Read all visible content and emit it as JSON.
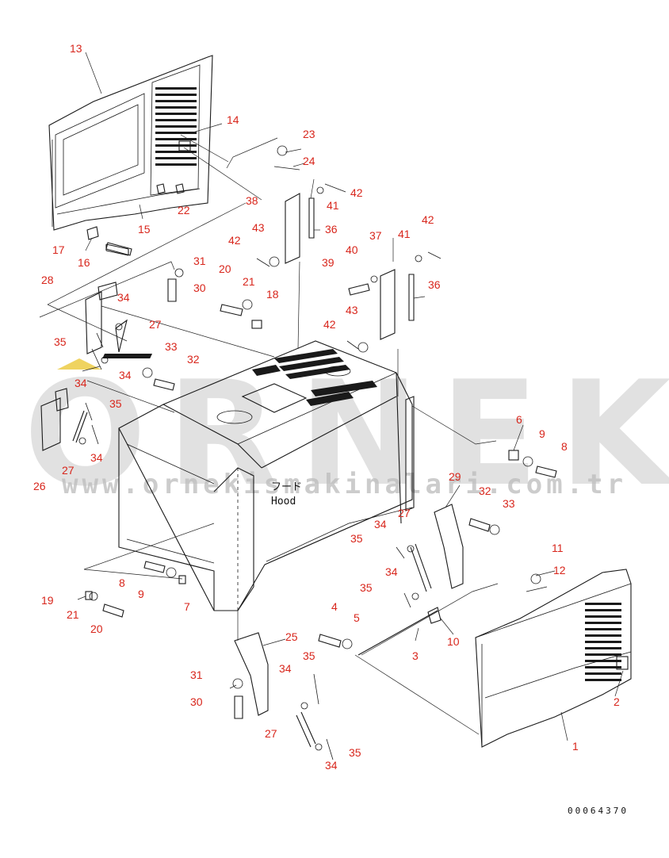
{
  "title_jp": "フード",
  "title_en": "Hood",
  "drawing_number": "00064370",
  "watermark": {
    "brand": "ORNEK",
    "url": "www.ornekismakinalari.com.tr",
    "accent_color": "#e8c11c"
  },
  "colors": {
    "callout": "#d8261c",
    "line": "#1a1a1a"
  },
  "callouts": [
    "1",
    "2",
    "3",
    "4",
    "5",
    "6",
    "7",
    "8",
    "8",
    "9",
    "9",
    "10",
    "11",
    "12",
    "13",
    "14",
    "15",
    "16",
    "17",
    "18",
    "19",
    "20",
    "20",
    "20",
    "21",
    "21",
    "22",
    "23",
    "24",
    "25",
    "26",
    "27",
    "27",
    "27",
    "27",
    "28",
    "29",
    "30",
    "30",
    "31",
    "31",
    "32",
    "32",
    "33",
    "33",
    "34",
    "34",
    "34",
    "34",
    "34",
    "34",
    "34",
    "34",
    "35",
    "35",
    "35",
    "35",
    "35",
    "35",
    "36",
    "36",
    "37",
    "38",
    "39",
    "40",
    "41",
    "41",
    "42",
    "42",
    "42",
    "42",
    "43",
    "43"
  ]
}
